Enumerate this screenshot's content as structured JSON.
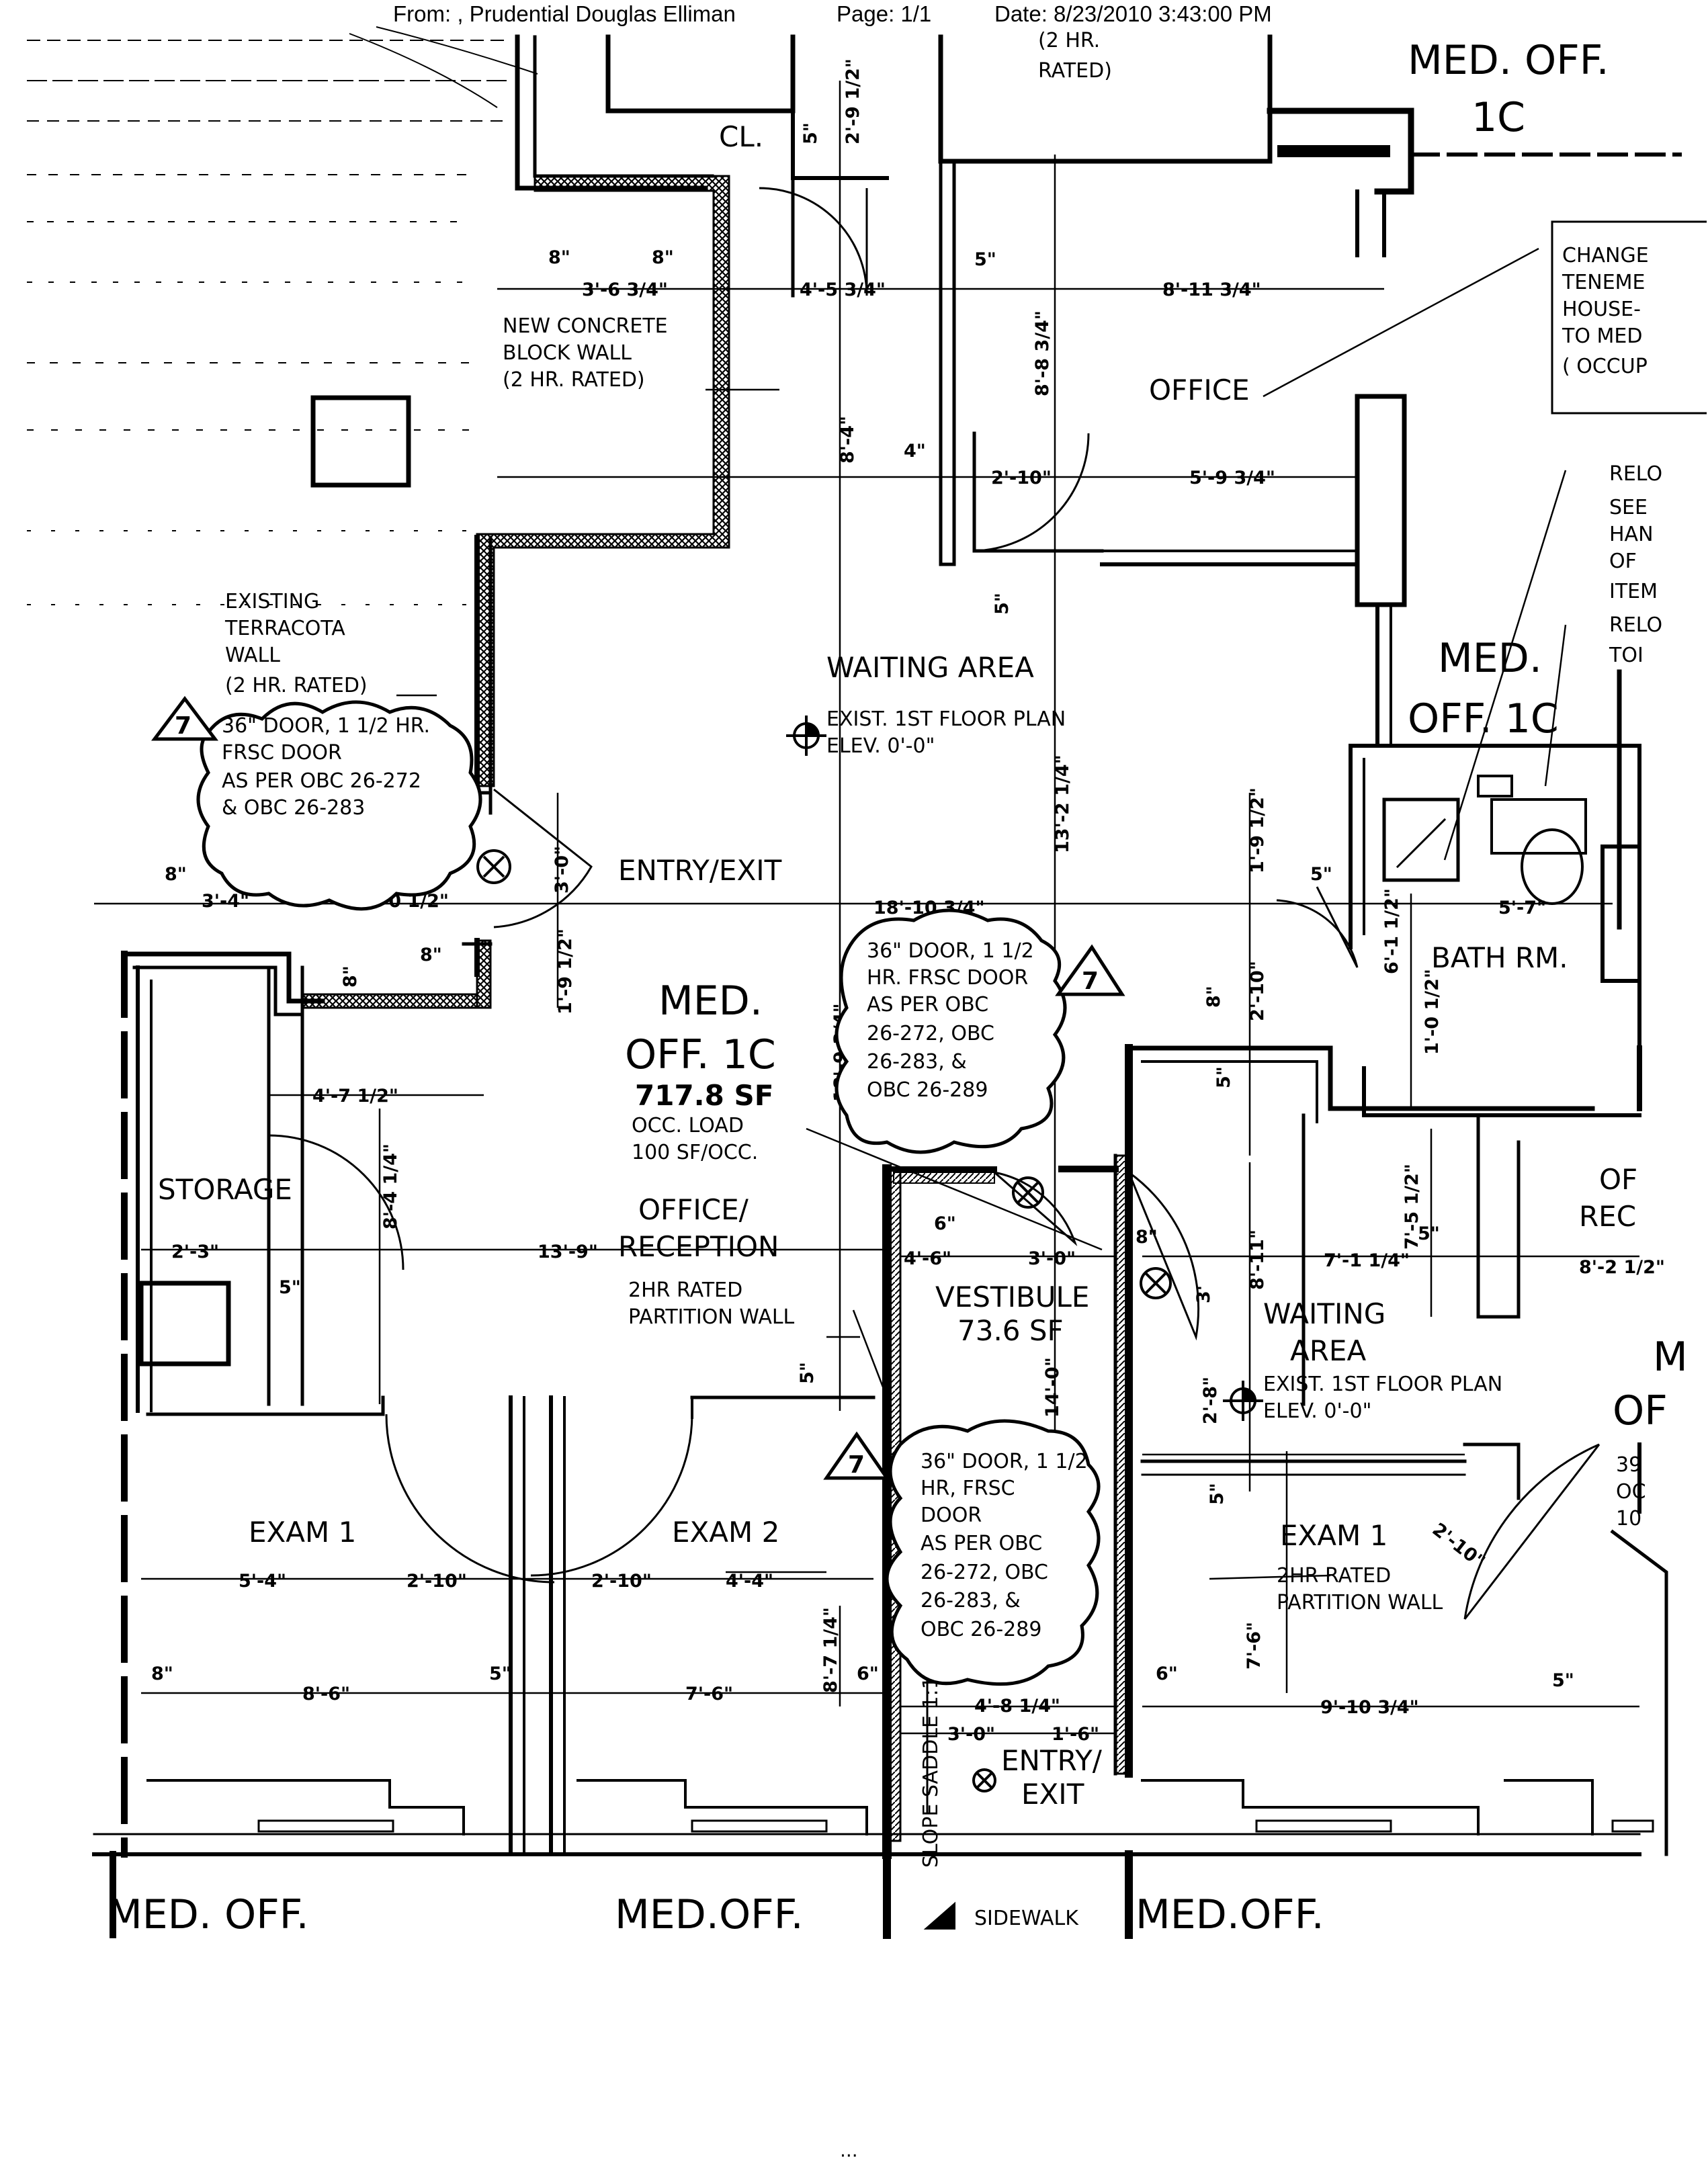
{
  "fax_header": {
    "from": "From: , Prudential Douglas Elliman",
    "page": "Page: 1/1",
    "date": "Date: 8/23/2010 3:43:00 PM"
  },
  "rooms": {
    "cl": "CL.",
    "office": "OFFICE",
    "waiting_area": "WAITING AREA",
    "entry_exit": "ENTRY/EXIT",
    "med_off_1c_line1": "MED.",
    "med_off_1c_line2": "OFF. 1C",
    "area": "717.8 SF",
    "occ_load": "OCC. LOAD",
    "occ_rate": "100 SF/OCC.",
    "office_reception_1": "OFFICE/",
    "office_reception_2": "RECEPTION",
    "storage": "STORAGE",
    "exam1_left": "EXAM 1",
    "exam2": "EXAM 2",
    "vestibule": "VESTIBULE",
    "vestibule_area": "73.6 SF",
    "waiting_area_right_1": "WAITING",
    "waiting_area_right_2": "AREA",
    "exam1_right": "EXAM 1",
    "bath_rm": "BATH RM.",
    "med_off_top_1": "MED. OFF.",
    "med_off_top_2": "1C",
    "med_off_right_1": "MED.",
    "med_off_right_2": "OFF. 1C",
    "of_rec_1": "OF",
    "of_rec_2": "REC",
    "m_of_1": "M",
    "m_of_2": "OF",
    "entry_exit_bottom_1": "ENTRY/",
    "entry_exit_bottom_2": "EXIT",
    "sidewalk": "SIDEWALK",
    "slope_saddle": "SLOPE SADDLE 1:12",
    "med_off_bottom_left": "MED. OFF.",
    "med_off_bottom_mid": "MED.OFF.",
    "med_off_bottom_right": "MED.OFF."
  },
  "notes": {
    "hr_rated_top_1": "(2 HR.",
    "hr_rated_top_2": "RATED)",
    "new_block_1": "NEW CONCRETE",
    "new_block_2": "BLOCK WALL",
    "new_block_3": "(2 HR. RATED)",
    "terracota_1": "EXISTING",
    "terracota_2": "TERRACOTA",
    "terracota_3": "WALL",
    "terracota_4": "(2 HR. RATED)",
    "door_left_1": "36\" DOOR, 1 1/2 HR.",
    "door_left_2": "FRSC DOOR",
    "door_left_3": "AS PER OBC 26-272",
    "door_left_4": "& OBC 26-283",
    "door_mid_1": "36\" DOOR, 1 1/2",
    "door_mid_2": "HR. FRSC DOOR",
    "door_mid_3": "AS PER OBC",
    "door_mid_4": "26-272, OBC",
    "door_mid_5": "26-283, &",
    "door_mid_6": "OBC 26-289",
    "door_low_1": "36\" DOOR, 1 1/2",
    "door_low_2": "HR, FRSC",
    "door_low_3": "DOOR",
    "door_low_4": "AS PER OBC",
    "door_low_5": "26-272, OBC",
    "door_low_6": "26-283, &",
    "door_low_7": "OBC 26-289",
    "exist_plan_1": "EXIST. 1ST FLOOR PLAN",
    "exist_plan_2": "ELEV. 0'-0\"",
    "exist_plan_r1": "EXIST. 1ST FLOOR PLAN",
    "exist_plan_r2": "ELEV. 0'-0\"",
    "partition_1": "2HR RATED",
    "partition_2": "PARTITION WALL",
    "partition_r1": "2HR RATED",
    "partition_r2": "PARTITION WALL",
    "change_1": "CHANGE",
    "change_2": "TENEME",
    "change_3": "HOUSE-",
    "change_4": "TO MED",
    "change_5": "( OCCUP",
    "relo_1": "RELO",
    "relo_2": "SEE",
    "relo_3": "HAN",
    "relo_4": "OF",
    "relo_5": "ITEM",
    "relo_6": "RELO",
    "relo_7": "TOI",
    "m_cut_1": "39",
    "m_cut_2": "OC",
    "m_cut_3": "10",
    "rev_tag": "7"
  },
  "dimensions": {
    "d_8a": "8\"",
    "d_8b": "8\"",
    "d_3_6": "3'-6 3/4\"",
    "d_4_5": "4'-5 3/4\"",
    "d_5a": "5\"",
    "d_8_11": "8'-11 3/4\"",
    "d_2_9": "2'-9 1/2\"",
    "d_5v": "5\"",
    "d_8_8": "8'-8 3/4\"",
    "d_8_4v": "8'-4\"",
    "d_4": "4\"",
    "d_2_10": "2'-10\"",
    "d_5_9": "5'-9 3/4\"",
    "d_5b": "5\"",
    "d_13_2": "13'-2 1/4\"",
    "d_8c": "8\"",
    "d_3_4": "3'-4\"",
    "d_8d": "8\"",
    "d_3_0": "3'-0 1/2\"",
    "d_8e": "8\"",
    "d_8f": "8\"",
    "d_1_9": "1'-9 1/2\"",
    "d_3_0v": "3'-0\"",
    "d_18_10": "18'-10 3/4\"",
    "d_1_9r": "1'-9 1/2\"",
    "d_5c": "5\"",
    "d_5_7": "5'-7\"",
    "d_6_1": "6'-1 1/2\"",
    "d_2_10v": "2'-10\"",
    "d_8g": "8\"",
    "d_1_0": "1'-0 1/2\"",
    "d_5d": "5\"",
    "d_4_7": "4'-7 1/2\"",
    "d_18_9": "18'-9 3/4\"",
    "d_8_4": "8'-4 1/4\"",
    "d_2_3": "2'-3\"",
    "d_5e": "5\"",
    "d_13_9": "13'-9\"",
    "d_6a": "6\"",
    "d_4_6": "4'-6\"",
    "d_3_0b": "3'-0\"",
    "d_8h": "8\"",
    "d_7_5": "7'-5 1/2\"",
    "d_5f": "5\"",
    "d_8_11b": "8'-11\"",
    "d_7_1": "7'-1 1/4\"",
    "d_8_2": "8'-2 1/2\"",
    "d_3v": "3'",
    "d_14_0": "14'-0\"",
    "d_5g": "5\"",
    "d_2_8": "2'-8\"",
    "d_5h": "5\"",
    "d_5_4": "5'-4\"",
    "d_2_10b": "2'-10\"",
    "d_2_10c": "2'-10\"",
    "d_4_4": "4'-4\"",
    "d_8_7": "8'-7 1/4\"",
    "d_2_10r": "2'-10\"",
    "d_7_6v": "7'-6\"",
    "d_8i": "8\"",
    "d_8_6": "8'-6\"",
    "d_5i": "5\"",
    "d_7_6": "7'-6\"",
    "d_6b": "6\"",
    "d_6c": "6\"",
    "d_4_8": "4'-8 1/4\"",
    "d_3_0c": "3'-0\"",
    "d_1_6": "1'-6\"",
    "d_9_10": "9'-10 3/4\"",
    "d_5j": "5\""
  },
  "footer_mark": "..."
}
